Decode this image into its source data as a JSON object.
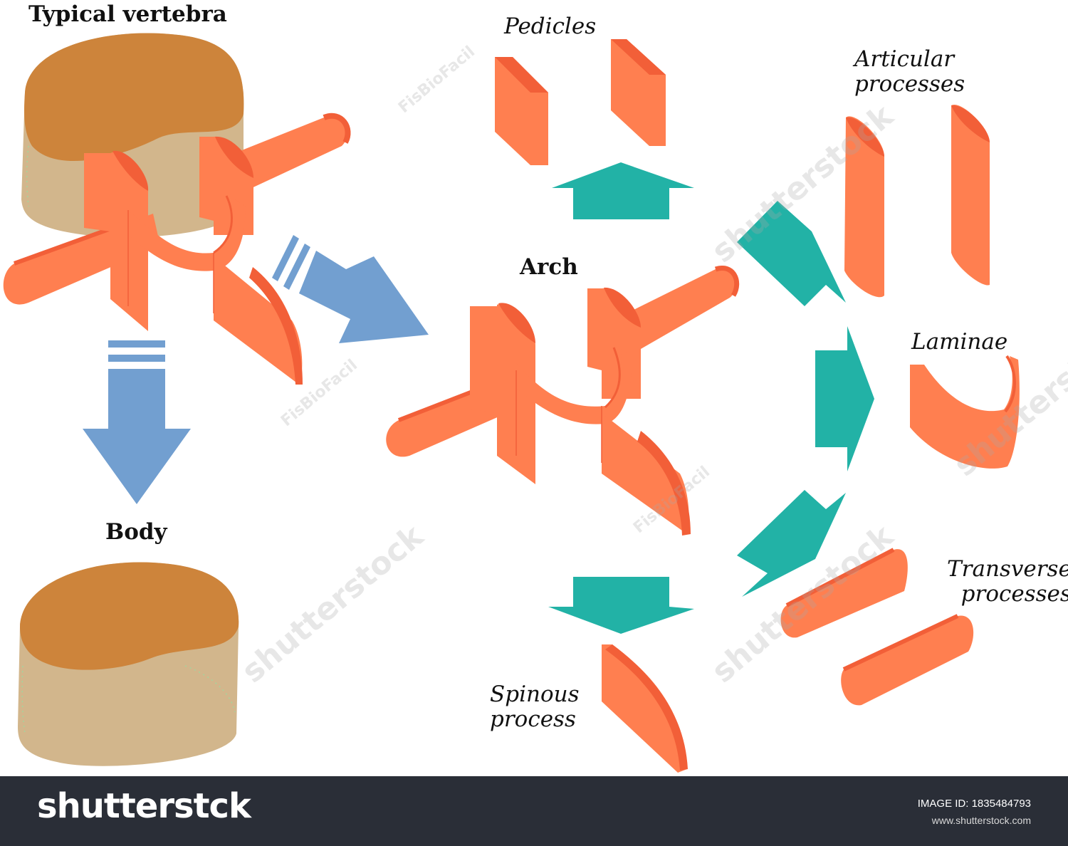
{
  "labels": {
    "typical_vertebra": "Typical vertebra",
    "body": "Body",
    "arch": "Arch",
    "pedicles": "Pedicles",
    "articular_processes": "Articular\nprocesses",
    "laminae": "Laminae",
    "transverse_processes": "Transverse\n processes",
    "spinous_process": "Spinous\nprocess"
  },
  "watermarks": {
    "shutterstock": "shutterstock",
    "fisbiofacil": "FisBioFacil"
  },
  "footer": {
    "brand": "shutterstck",
    "image_id": "IMAGE ID: 1835484793",
    "site": "www.shutterstock.com"
  },
  "colors": {
    "bone_top": "#cd843b",
    "bone_side": "#d2b68c",
    "process_face": "#ff7f50",
    "process_edge": "#f25f38",
    "teal_arrow": "#22b2a6",
    "blue_arrow": "#729fd0",
    "footer_bg": "#2a2e37"
  }
}
